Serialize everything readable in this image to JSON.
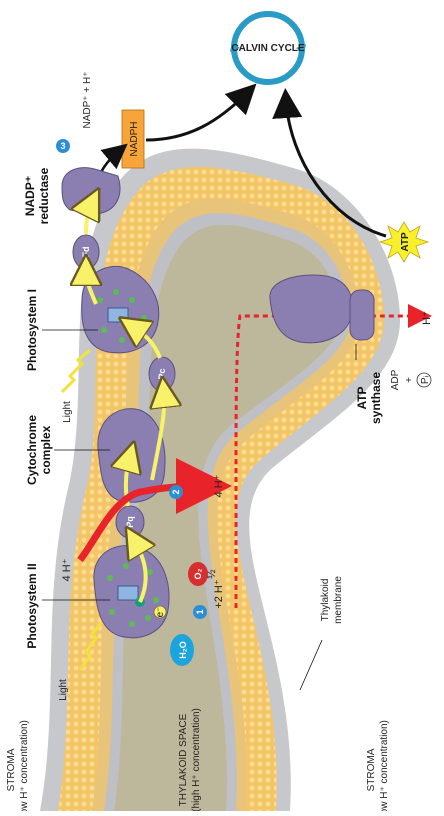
{
  "diagram": {
    "calvin_cycle": "CALVIN CYCLE",
    "nadph": "NADPH",
    "nadp_reaction": "NADP⁺ + H⁺",
    "atp": "ATP",
    "h_plus": "H⁺",
    "adp": "ADP",
    "plus": "+",
    "pi": "Pᵢ",
    "atp_synthase": [
      "ATP",
      "synthase"
    ],
    "nadp_reductase": [
      "NADP⁺",
      "reductase"
    ],
    "photosystem_i": "Photosystem I",
    "photosystem_ii": "Photosystem II",
    "cytochrome_complex": [
      "Cytochrome",
      "complex"
    ],
    "light_1": "Light",
    "light_2": "Light",
    "fd": "Fd",
    "pc": "Pc",
    "pq": "Pq",
    "four_h_top": "4 H⁺",
    "four_h_mid": "4 H⁺",
    "two_h": "+2 H⁺",
    "half_o2": "½",
    "o2": "O₂",
    "h2o": "H₂O",
    "e_minus": "e⁻",
    "step_1": "1",
    "step_2": "2",
    "step_3": "3",
    "thylakoid_membrane": [
      "Thylakoid",
      "membrane"
    ],
    "stroma_top": [
      "STROMA",
      "(low H⁺ concentration)"
    ],
    "thylakoid_space": [
      "THYLAKOID SPACE",
      "(high H⁺ concentration)"
    ],
    "stroma_bottom": [
      "STROMA",
      "(low H⁺ concentration)"
    ]
  },
  "colors": {
    "membrane_outer": "#f2b64d",
    "membrane_inner": "#b8aa7f",
    "lumen": "#bdb79b",
    "protein": "#8a7fb0",
    "arrow_red": "#e8232a",
    "electron_yellow": "#f8f26a",
    "calvin": "#2a9bc6",
    "nadph_box": "#f7a53a",
    "atp_star": "#f8f02a",
    "o2": "#d82e2e",
    "h2o": "#1da4dc",
    "step": "#2a8fd6"
  }
}
